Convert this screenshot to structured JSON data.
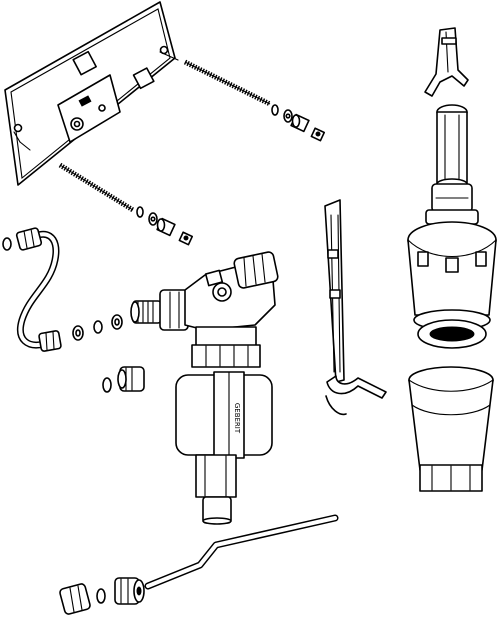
{
  "diagram": {
    "parts": [
      {
        "id": "mounting-plate"
      },
      {
        "id": "threaded-rod-upper"
      },
      {
        "id": "threaded-rod-lower"
      },
      {
        "id": "connection-pipe"
      },
      {
        "id": "gaskets"
      },
      {
        "id": "union-nut"
      },
      {
        "id": "fill-valve"
      },
      {
        "id": "float-lever"
      },
      {
        "id": "flush-valve"
      },
      {
        "id": "overflow-clip"
      },
      {
        "id": "bell-housing"
      },
      {
        "id": "supply-tube"
      },
      {
        "id": "compression-fitting"
      }
    ],
    "float_label": "GEBERIT"
  }
}
